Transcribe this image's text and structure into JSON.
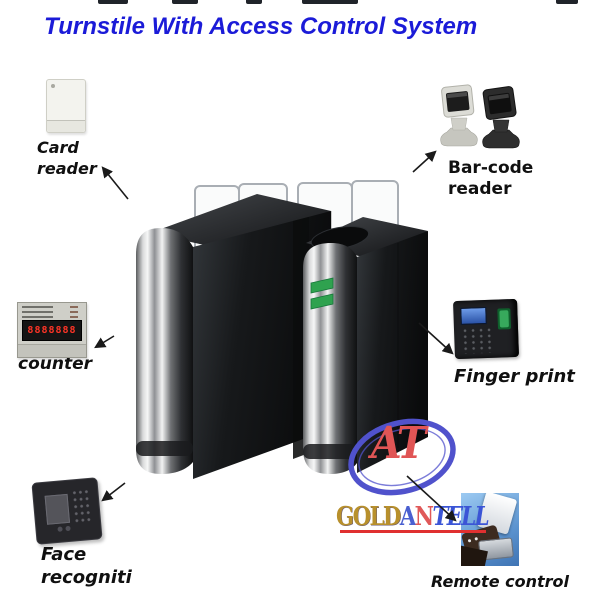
{
  "title": {
    "text": "Turnstile With Access Control System",
    "color": "#1b1bd8"
  },
  "labels": {
    "card_reader": "Card reader",
    "barcode_reader": "Bar-code reader",
    "counter": "counter",
    "fingerprint": "Finger print",
    "face_recognition": "Face recogniti",
    "remote_control": "Remote control"
  },
  "counter_device": {
    "display_digits": "8888888"
  },
  "logo": {
    "monogram": "AT",
    "word_parts": {
      "gold": "GOLD",
      "a": "A",
      "n": "N",
      "tell": "TELL"
    },
    "colors": {
      "monogram": "#e05555",
      "gold": "#b8902c",
      "a": "#4a5fd0",
      "n": "#e05858",
      "tell": "#3b55d6",
      "underline": "#e03030",
      "ring": "#5052cc"
    }
  },
  "turnstile": {
    "indicator_color": "#2fa24f"
  },
  "arrows": {
    "color": "#1a1a1a"
  }
}
